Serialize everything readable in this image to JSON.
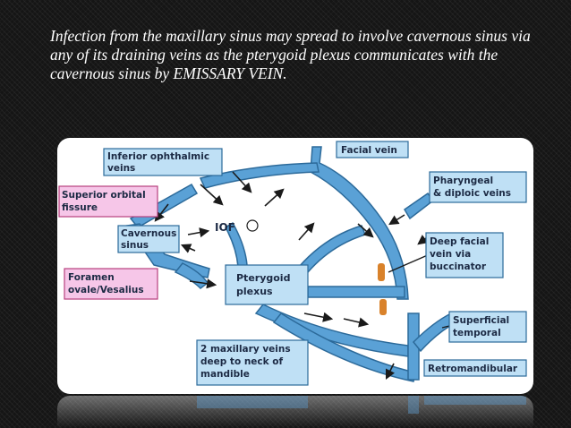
{
  "caption": "Infection from the maxillary sinus may spread to involve cavernous sinus via any of its draining veins as the pterygoid plexus communicates with the cavernous sinus by EMISSARY VEIN.",
  "colors": {
    "vein": "#5aa1d6",
    "vein_stroke": "#2c6a9a",
    "label_fill": "#bfe0f5",
    "label_pink": "#f6c6e8",
    "arrow": "#1a1a1a",
    "marker_orange": "#d9822b",
    "background": "#151515"
  },
  "labels": {
    "inferior_ophthalmic_1": "Inferior ophthalmic",
    "inferior_ophthalmic_2": "veins",
    "superior_orbital_1": "Superior orbital",
    "superior_orbital_2": "fissure",
    "cavernous_1": "Cavernous",
    "cavernous_2": "sinus",
    "iof": "IOF",
    "foramen_1": "Foramen",
    "foramen_2": "ovale/Vesalius",
    "pterygoid_1": "Pterygoid",
    "pterygoid_2": "plexus",
    "facial_vein": "Facial vein",
    "pharyngeal_1": "Pharyngeal",
    "pharyngeal_2": "& diploic veins",
    "deep_facial_1": "Deep facial",
    "deep_facial_2": "vein via",
    "deep_facial_3": "buccinator",
    "superficial_1": "Superficial",
    "superficial_2": "temporal",
    "retromandibular": "Retromandibular",
    "maxillary_1": "2 maxillary veins",
    "maxillary_2": "deep to neck of",
    "maxillary_3": "mandible"
  }
}
